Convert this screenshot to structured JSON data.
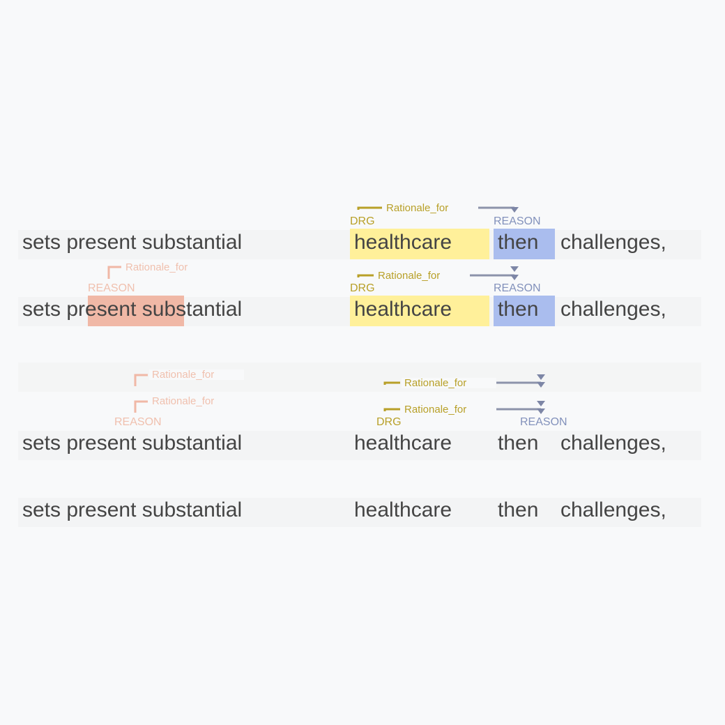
{
  "colors": {
    "drg": "#fff09a",
    "drg_label": "#b8a028",
    "reason": "#aabdee",
    "reason_label": "#8291bb",
    "reason_alt": "#f0b8a6",
    "reason_alt_label": "#f0c0ae",
    "relation_line": "#8c93aa"
  },
  "sentence": {
    "w1": "sets present substantial",
    "w2": "healthcare",
    "w3": "then",
    "w4": "challenges,"
  },
  "labels": {
    "drg": "DRG",
    "reason": "REASON",
    "relation": "Rationale_for"
  },
  "rows": [
    {
      "id": "row-1",
      "entities": [
        "DRG",
        "REASON"
      ],
      "relations": 1
    },
    {
      "id": "row-2",
      "entities": [
        "REASON",
        "DRG",
        "REASON"
      ],
      "relations": 2
    },
    {
      "id": "row-3",
      "entities": [
        "REASON",
        "DRG",
        "REASON"
      ],
      "relations": 4
    },
    {
      "id": "row-4",
      "entities": [],
      "relations": 0
    }
  ]
}
